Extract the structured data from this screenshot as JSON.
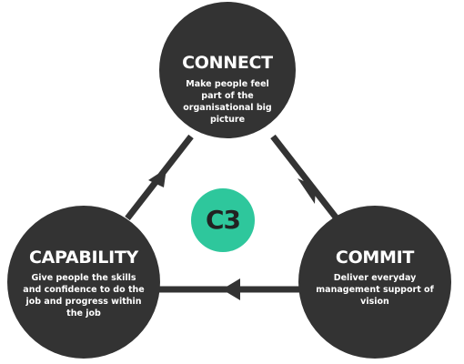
{
  "colors": {
    "node_fill": "#333333",
    "center_fill": "#2ec79c",
    "connector": "#333333",
    "text_light": "#ffffff",
    "text_dark": "#222222"
  },
  "center": {
    "label": "C3"
  },
  "nodes": {
    "connect": {
      "title": "CONNECT",
      "description": "Make people feel part of the organisational big picture"
    },
    "commit": {
      "title": "COMMIT",
      "description": "Deliver everyday management support of vision"
    },
    "capability": {
      "title": "CAPABILITY",
      "description": "Give people the skills and confidence to do the job and progress within the job"
    }
  },
  "connectors": [
    {
      "from": "connect",
      "to": "commit",
      "arrow": "forward"
    },
    {
      "from": "commit",
      "to": "capability",
      "arrow": "forward"
    },
    {
      "from": "capability",
      "to": "connect",
      "arrow": "forward"
    }
  ]
}
